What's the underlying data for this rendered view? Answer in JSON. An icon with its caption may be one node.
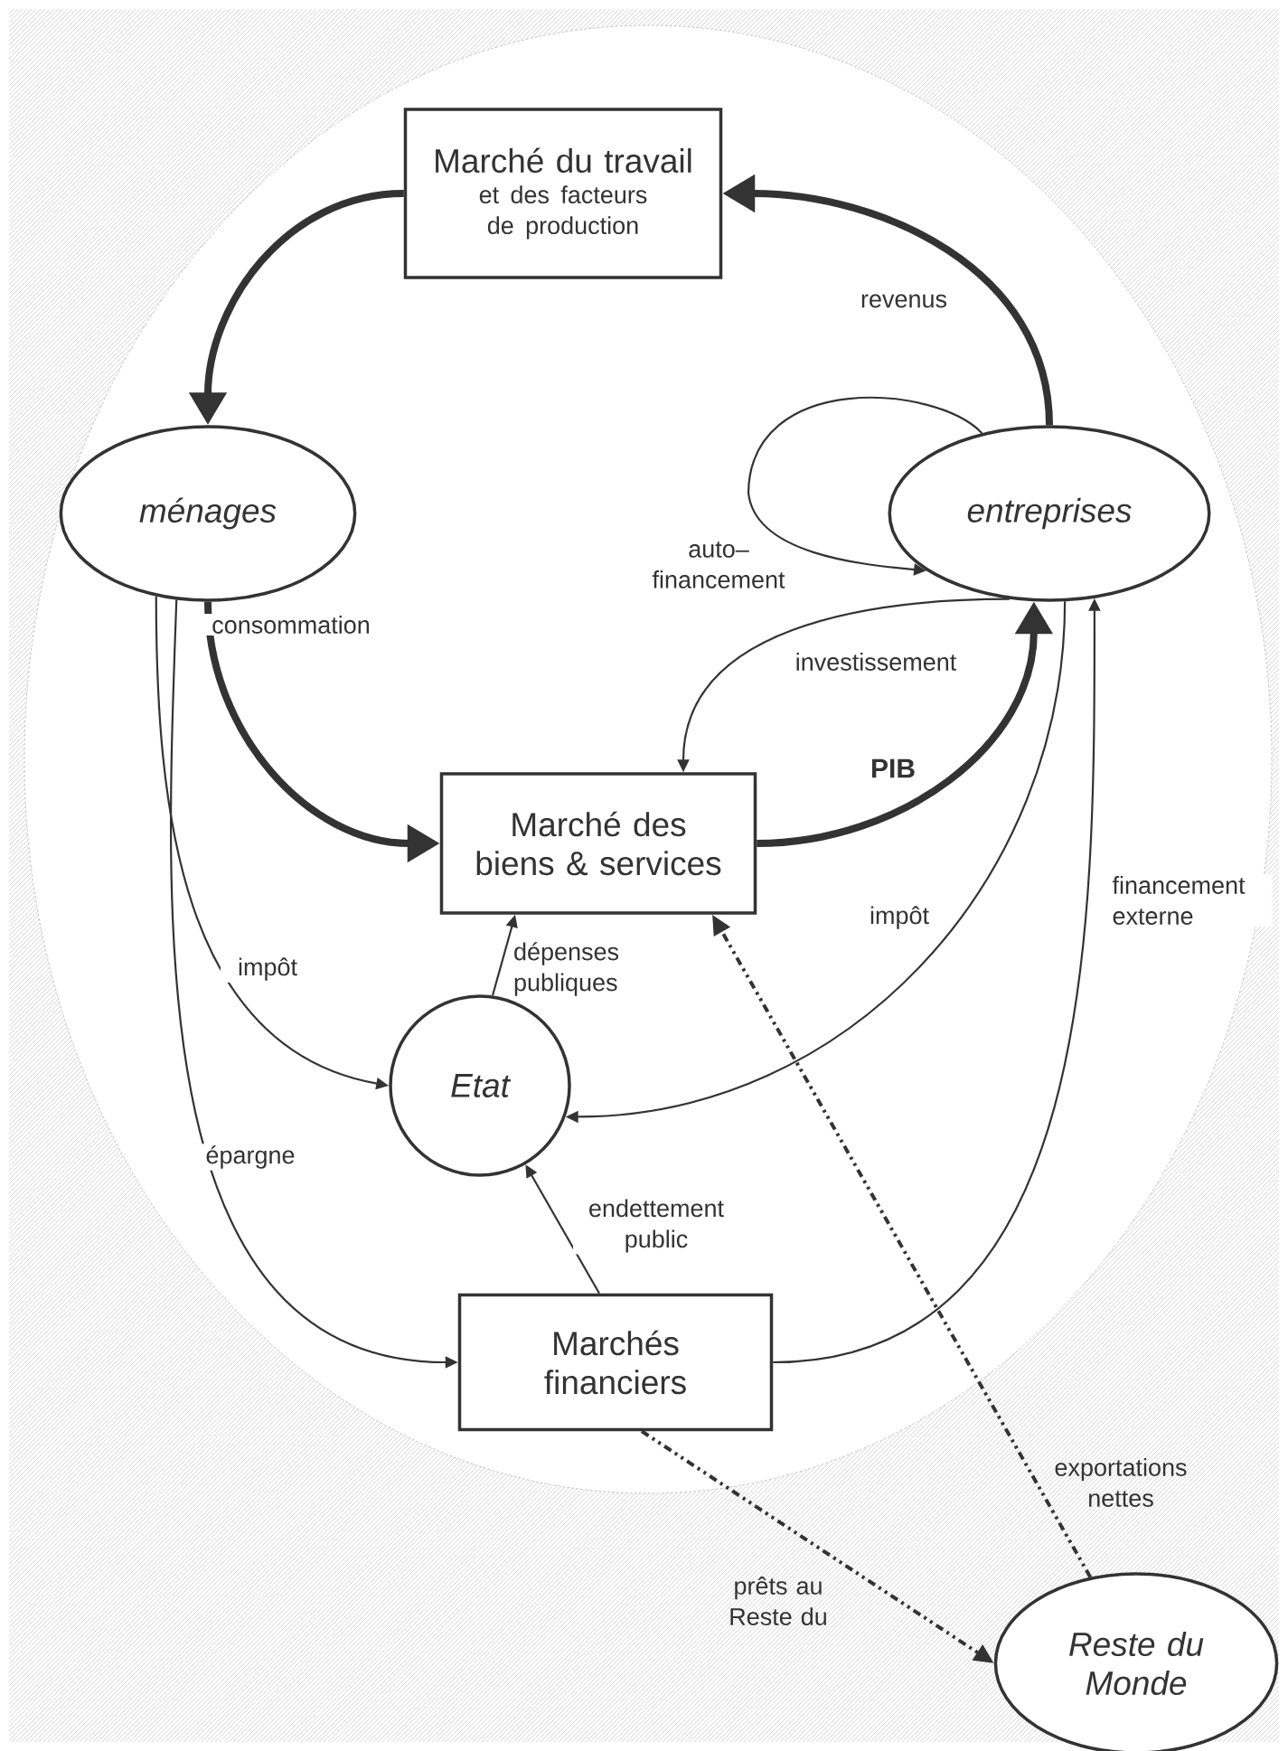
{
  "diagram": {
    "nodes": [
      {
        "text": [
          "Marché du travail",
          "et des facteurs de production"
        ]
      },
      {
        "text": [
          "ménages"
        ]
      },
      {
        "text": [
          "entreprises"
        ]
      },
      {
        "text": [
          "Marché des biens & services"
        ]
      },
      {
        "text": [
          "Etat"
        ]
      },
      {
        "text": [
          "Marchés financiers"
        ]
      },
      {
        "text": [
          "Reste du Monde"
        ]
      }
    ],
    "edges": [
      {
        "from": 0,
        "to": 1,
        "arrow": "to",
        "style": "thick"
      },
      {
        "from": 2,
        "to": 0,
        "arrow": "to",
        "style": "thick",
        "label": "revenus"
      },
      {
        "from": 1,
        "to": 3,
        "arrow": "to",
        "style": "thick",
        "label": "consommation"
      },
      {
        "from": 3,
        "to": 2,
        "arrow": "to",
        "style": "thick",
        "label": "PIB"
      },
      {
        "from": 2,
        "to": 2,
        "arrow": "to",
        "label": "auto– financement"
      },
      {
        "from": 2,
        "to": 3,
        "arrow": "to",
        "label": "investissement"
      },
      {
        "from": 1,
        "to": 4,
        "arrow": "to",
        "label": "impôt"
      },
      {
        "from": 2,
        "to": 4,
        "arrow": "to",
        "label": "impôt"
      },
      {
        "from": 4,
        "to": 3,
        "arrow": "to",
        "label": "dépenses publiques"
      },
      {
        "from": 1,
        "to": 5,
        "arrow": "to",
        "label": "épargne"
      },
      {
        "from": 5,
        "to": 4,
        "arrow": "to",
        "label": "endettement public"
      },
      {
        "from": 5,
        "to": 2,
        "arrow": "to",
        "label": "financement externe"
      },
      {
        "from": 6,
        "to": 3,
        "arrow": "to",
        "style": "dashed",
        "label": "exportations nettes"
      },
      {
        "from": 5,
        "to": 6,
        "arrow": "to",
        "style": "dashed",
        "label": "prêts au Reste du"
      }
    ]
  }
}
